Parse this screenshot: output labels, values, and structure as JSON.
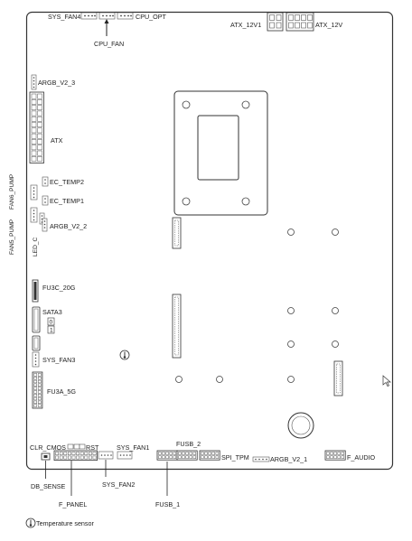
{
  "labels": {
    "sys_fan4": "SYS_FAN4",
    "cpu_opt": "CPU_OPT",
    "cpu_fan": "CPU_FAN",
    "atx_12v1": "ATX_12V1",
    "atx_12v": "ATX_12V",
    "argb_v2_3": "ARGB_V2_3",
    "atx": "ATX",
    "fan6_pump": "FAN6_PUMP",
    "fan5_pump": "FAN5_PUMP",
    "ec_temp2": "EC_TEMP2",
    "ec_temp1": "EC_TEMP1",
    "led_c": "LED_C",
    "argb_v2_2": "ARGB_V2_2",
    "fu3c_20g": "FU3C_20G",
    "sata3": "SATA3",
    "sata3_port0": "0",
    "sata3_port1": "1",
    "sys_fan3": "SYS_FAN3",
    "fu3a_5g": "FU3A_5G",
    "clr_cmos": "CLR_CMOS",
    "rst": "RST",
    "sys_fan1": "SYS_FAN1",
    "fusb_2": "FUSB_2",
    "spi_tpm": "SPI_TPM",
    "argb_v2_1": "ARGB_V2_1",
    "f_audio": "F_AUDIO",
    "db_sense": "DB_SENSE",
    "f_panel": "F_PANEL",
    "sys_fan2": "SYS_FAN2",
    "fusb_1": "FUSB_1"
  },
  "legend": {
    "temperature_sensor": "Temperature sensor"
  }
}
